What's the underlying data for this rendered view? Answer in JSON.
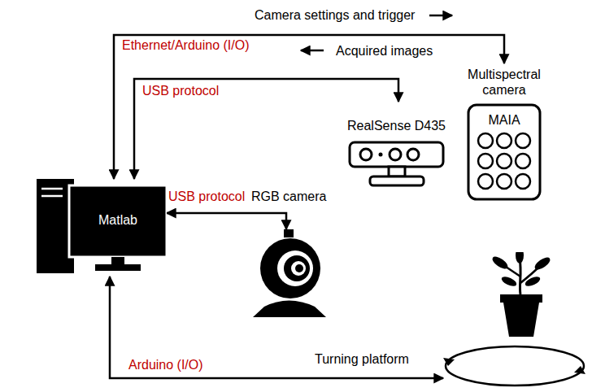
{
  "diagram": {
    "nodes": [
      {
        "text": [
          "Matlab"
        ]
      },
      {
        "text": [
          "RealSense D435"
        ]
      },
      {
        "text": [
          "Multispectral camera",
          "MAIA"
        ]
      },
      {
        "text": [
          "RGB camera"
        ]
      },
      {
        "text": [
          "Turning platform"
        ]
      }
    ],
    "edges": [
      {
        "from": 0,
        "to": 2,
        "label": "Ethernet/Arduino (I/O)",
        "arrow": "both"
      },
      {
        "from": 0,
        "to": 1,
        "label": "USB protocol",
        "arrow": "both"
      },
      {
        "from": 0,
        "to": 3,
        "label": "USB protocol",
        "arrow": "both"
      },
      {
        "from": 0,
        "to": 4,
        "label": "Arduino (I/O)",
        "arrow": "both"
      }
    ],
    "labels": [
      "Camera settings and trigger",
      "Acquired images"
    ]
  }
}
